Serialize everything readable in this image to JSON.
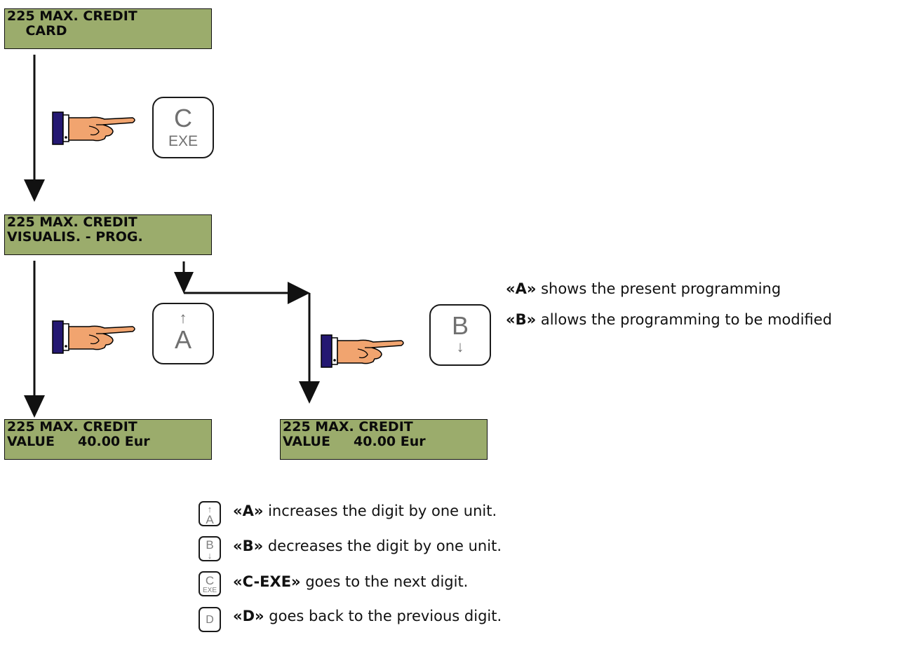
{
  "displays": {
    "card": {
      "line1": "225 MAX. CREDIT",
      "line2": "    CARD"
    },
    "visualis": {
      "line1": "225 MAX. CREDIT",
      "line2": "VISUALIS. - PROG."
    },
    "value_a": {
      "line1": "225 MAX. CREDIT",
      "line2": "VALUE     40.00 Eur"
    },
    "value_b": {
      "line1": "225 MAX. CREDIT",
      "line2": "VALUE     40.00 Eur"
    }
  },
  "keys": {
    "c_exe": {
      "top": "C",
      "bottom": "EXE"
    },
    "a": {
      "top": "↑",
      "bottom": "A"
    },
    "b": {
      "top": "B",
      "bottom": "↓"
    },
    "d": {
      "top": "D"
    }
  },
  "notes": {
    "a_key": "«A»",
    "a_text": "shows the present programming",
    "b_key": "«B»",
    "b_text": "allows the programming to be modified"
  },
  "legend": [
    {
      "key": "«A»",
      "text": "increases the digit by one unit."
    },
    {
      "key": "«B»",
      "text": "decreases the digit by one unit."
    },
    {
      "key": "«C-EXE»",
      "text": "goes to the next digit."
    },
    {
      "key": "«D»",
      "text": "goes back to the previous digit."
    }
  ],
  "colors": {
    "lcd_background": "#9bac6c",
    "cuff": "#241872",
    "hand": "#f1a46f",
    "key_label": "#707070"
  },
  "icons": [
    "pointing-hand-icon",
    "arrow-down-icon",
    "arrow-right-icon"
  ]
}
